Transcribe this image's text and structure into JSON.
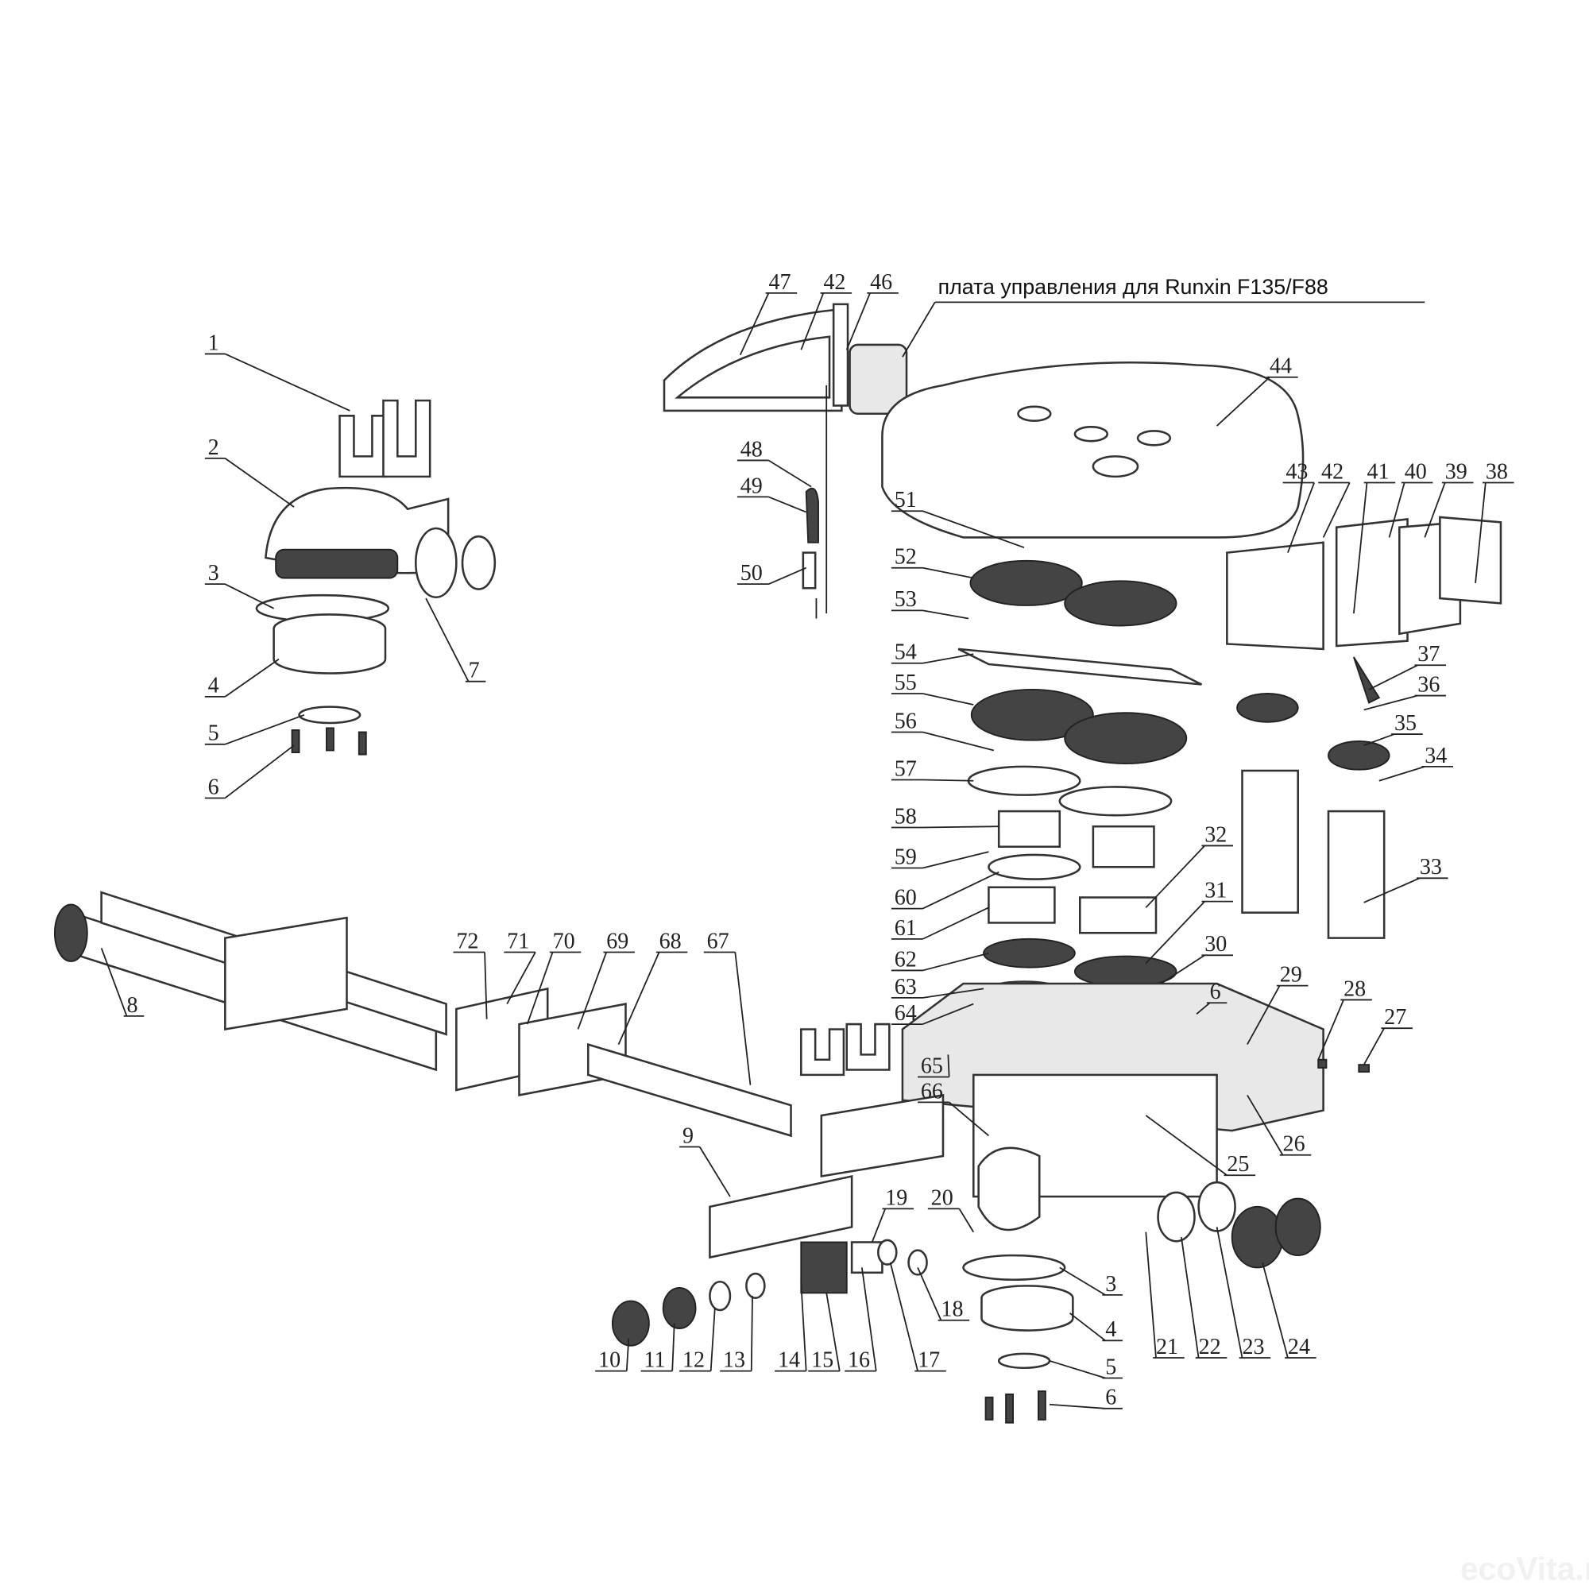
{
  "title": "Exploded parts diagram",
  "annotation": "плата управления для Runxin F135/F88",
  "watermark": "ecoVita.ru",
  "labels": {
    "l1": "1",
    "l2": "2",
    "l3a": "3",
    "l4a": "4",
    "l5a": "5",
    "l6a": "6",
    "l7": "7",
    "l47": "47",
    "l42a": "42",
    "l46": "46",
    "l44": "44",
    "l48": "48",
    "l49": "49",
    "l50": "50",
    "l51": "51",
    "l52": "52",
    "l53": "53",
    "l54": "54",
    "l55": "55",
    "l56": "56",
    "l57": "57",
    "l58": "58",
    "l59": "59",
    "l60": "60",
    "l61": "61",
    "l62": "62",
    "l63": "63",
    "l64": "64",
    "l65": "65",
    "l66": "66",
    "l43": "43",
    "l42b": "42",
    "l41": "41",
    "l40": "40",
    "l39": "39",
    "l38": "38",
    "l37": "37",
    "l36": "36",
    "l35": "35",
    "l34": "34",
    "l33": "33",
    "l32": "32",
    "l31": "31",
    "l30": "30",
    "l6b": "6",
    "l29": "29",
    "l28": "28",
    "l27": "27",
    "l26": "26",
    "l25": "25",
    "l8": "8",
    "l72": "72",
    "l71": "71",
    "l70": "70",
    "l69": "69",
    "l68": "68",
    "l67": "67",
    "l9": "9",
    "l19": "19",
    "l20": "20",
    "l18": "18",
    "l3b": "3",
    "l4b": "4",
    "l5b": "5",
    "l6c": "6",
    "l21": "21",
    "l22": "22",
    "l23": "23",
    "l24": "24",
    "l10": "10",
    "l11": "11",
    "l12": "12",
    "l13": "13",
    "l14": "14",
    "l15": "15",
    "l16": "16",
    "l17": "17"
  }
}
